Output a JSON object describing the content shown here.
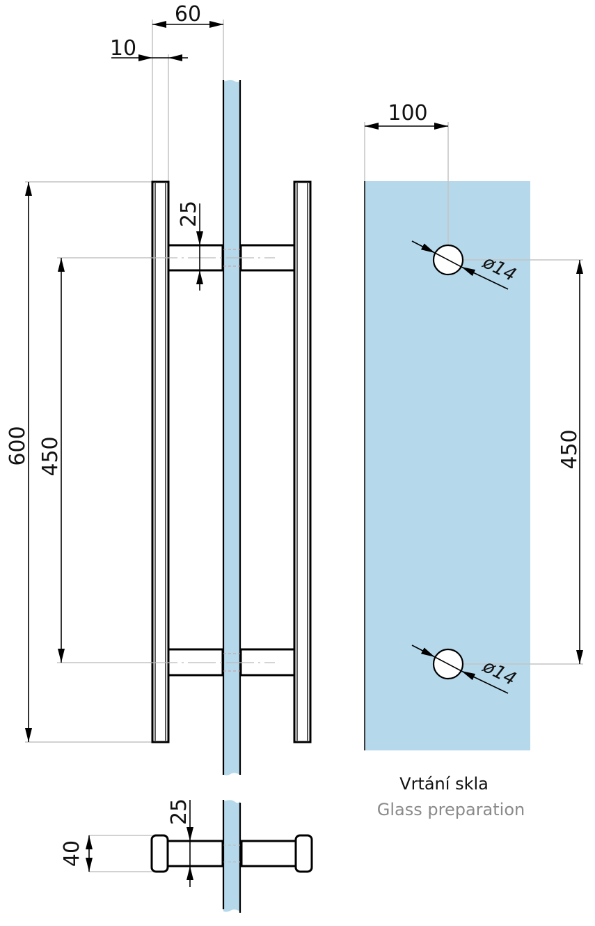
{
  "colors": {
    "glass": "#b5d8ea",
    "caption_secondary": "#8a8a8a"
  },
  "dimensions": {
    "handle_offset": "60",
    "bar_thickness": "10",
    "standoff_diameter_top": "25",
    "total_length": "600",
    "hole_spacing_left": "450",
    "edge_distance": "100",
    "hole_diameter_1": "ø14",
    "hole_diameter_2": "ø14",
    "hole_spacing_right": "450",
    "bar_depth": "40",
    "standoff_diameter_bottom": "25"
  },
  "caption": {
    "primary": "Vrtání skla",
    "secondary": "Glass preparation"
  }
}
